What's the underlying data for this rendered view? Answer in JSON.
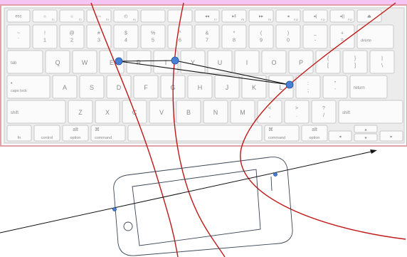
{
  "keyboard": {
    "row_fn": [
      {
        "main": "esc",
        "sub": ""
      },
      {
        "main": "☼",
        "sub": "F1"
      },
      {
        "main": "☼",
        "sub": "F2"
      },
      {
        "main": "▭",
        "sub": "F3"
      },
      {
        "main": "◴",
        "sub": "F4"
      },
      {
        "main": "",
        "sub": ""
      },
      {
        "main": "",
        "sub": ""
      },
      {
        "main": "◂◂",
        "sub": "F7"
      },
      {
        "main": "▸‖",
        "sub": "F8"
      },
      {
        "main": "▸▸",
        "sub": "F9"
      },
      {
        "main": "◂",
        "sub": "F10"
      },
      {
        "main": "◂)",
        "sub": "F11"
      },
      {
        "main": "◂))",
        "sub": "F12"
      },
      {
        "main": "⏏",
        "sub": ""
      }
    ],
    "row_num": [
      {
        "top": "~",
        "bot": "`"
      },
      {
        "top": "!",
        "bot": "1"
      },
      {
        "top": "@",
        "bot": "2"
      },
      {
        "top": "#",
        "bot": "3"
      },
      {
        "top": "$",
        "bot": "4"
      },
      {
        "top": "%",
        "bot": "5"
      },
      {
        "top": "^",
        "bot": "6"
      },
      {
        "top": "&",
        "bot": "7"
      },
      {
        "top": "*",
        "bot": "8"
      },
      {
        "top": "(",
        "bot": "9"
      },
      {
        "top": ")",
        "bot": "0"
      },
      {
        "top": "_",
        "bot": "-"
      },
      {
        "top": "+",
        "bot": "="
      },
      {
        "top": "",
        "bot": "delete"
      }
    ],
    "row_q": [
      {
        "label": "tab"
      },
      {
        "label": "Q"
      },
      {
        "label": "W"
      },
      {
        "label": "E"
      },
      {
        "label": "R"
      },
      {
        "label": "T"
      },
      {
        "label": "Y"
      },
      {
        "label": "U"
      },
      {
        "label": "I"
      },
      {
        "label": "O"
      },
      {
        "label": "P"
      },
      {
        "top": "{",
        "bot": "["
      },
      {
        "top": "}",
        "bot": "]"
      },
      {
        "top": "|",
        "bot": "\\"
      }
    ],
    "row_a": [
      {
        "top": "•",
        "bot": "caps lock"
      },
      {
        "label": "A"
      },
      {
        "label": "S"
      },
      {
        "label": "D"
      },
      {
        "label": "F"
      },
      {
        "label": "G"
      },
      {
        "label": "H"
      },
      {
        "label": "J"
      },
      {
        "label": "K"
      },
      {
        "label": "L"
      },
      {
        "top": ":",
        "bot": ";"
      },
      {
        "top": "\"",
        "bot": "'"
      },
      {
        "label": "return"
      }
    ],
    "row_z": [
      {
        "label": "shift"
      },
      {
        "label": "Z"
      },
      {
        "label": "X"
      },
      {
        "label": "C"
      },
      {
        "label": "V"
      },
      {
        "label": "B"
      },
      {
        "label": "N"
      },
      {
        "label": "M"
      },
      {
        "top": "<",
        "bot": ","
      },
      {
        "top": ">",
        "bot": "."
      },
      {
        "top": "?",
        "bot": "/"
      },
      {
        "label": "shift"
      }
    ],
    "row_bottom": [
      {
        "top": "",
        "bot": "fn"
      },
      {
        "top": "",
        "bot": "control"
      },
      {
        "top": "alt",
        "bot": "option"
      },
      {
        "top": "⌘",
        "bot": "command"
      },
      {
        "top": "",
        "bot": ""
      },
      {
        "top": "⌘",
        "bot": "command"
      },
      {
        "top": "alt",
        "bot": "option"
      }
    ],
    "arrows": {
      "left": "◂",
      "up": "▴",
      "down": "▾",
      "right": "▸"
    }
  },
  "colors": {
    "top_band": "#f5c6f5",
    "keyboard_border": "#e2a0a8",
    "curve": "#c01818",
    "point": "#4a7fd6",
    "triangle": "#111111",
    "phone": "#3a4656",
    "axis": "#111111"
  }
}
